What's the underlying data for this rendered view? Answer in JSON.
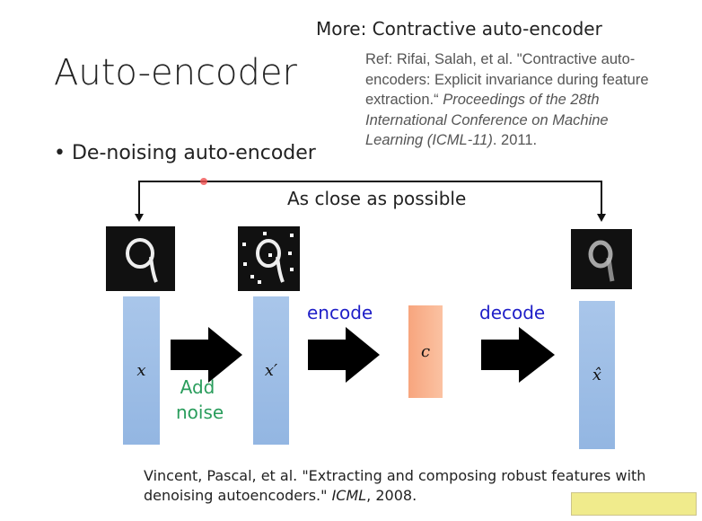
{
  "header": {
    "more": "More: Contractive auto-encoder",
    "ref_plain": "Ref: Rifai, Salah, et al. \"Contractive auto-encoders: Explicit invariance during feature extraction.“ ",
    "ref_italic": "Proceedings of the 28th International Conference on Machine Learning (ICML-11)",
    "ref_year": ". 2011."
  },
  "title": "Auto-encoder",
  "bullet": "De-noising auto-encoder",
  "diagram": {
    "close_label": "As close as possible",
    "x": "x",
    "x_noisy": "x′",
    "code": "c",
    "x_hat": "x̂",
    "add_noise_1": "Add",
    "add_noise_2": "noise",
    "encode": "encode",
    "decode": "decode",
    "colors": {
      "encode": "#2020c8",
      "noise": "#2a9d5c",
      "bar": "#a0bfe8",
      "code": "#f8b08c"
    }
  },
  "citation": {
    "plain": "Vincent, Pascal, et al. \"Extracting and composing robust features with denoising autoencoders.\" ",
    "italic": "ICML",
    "year": ", 2008."
  }
}
